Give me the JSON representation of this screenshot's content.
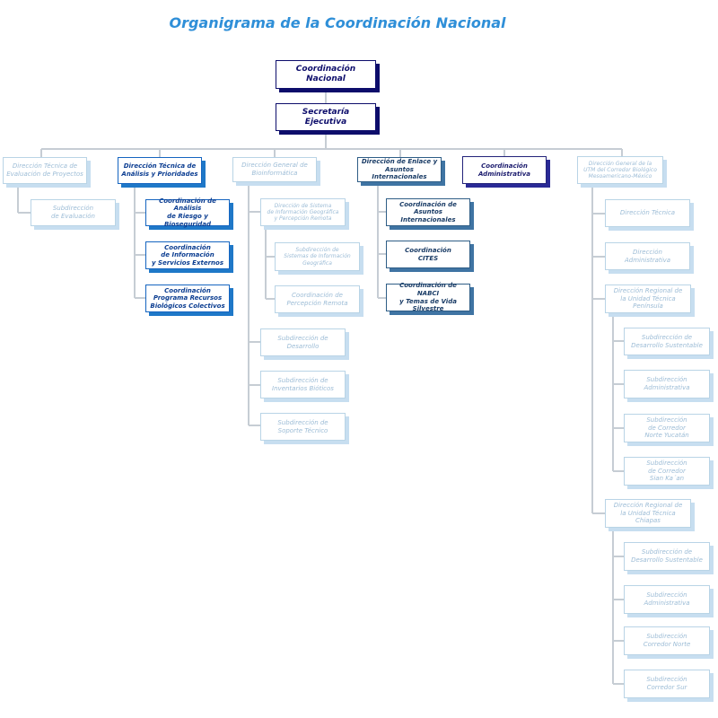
{
  "title": "Organigrama de la Coordinación Nacional",
  "colors": {
    "title": "#2f8fd8",
    "navy": "#0d0d6b",
    "blue": "#1f78c8",
    "steel": "#3f74a3",
    "indigo": "#2a2a96",
    "faint": "#c7def0",
    "connector": "#c6cdd4"
  },
  "nodes": {
    "coordinacion_nacional": "Coordinación\nNacional",
    "secretaria_ejecutiva": "Secretaría\nEjecutiva",
    "dir_tecnica_evaluacion": "Dirección Técnica de\nEvaluación de Proyectos",
    "sub_evaluacion": "Subdirección\nde Evaluación",
    "dir_tecnica_analisis": "Dirección Técnica de\nAnálisis y Prioridades",
    "coord_analisis_riesgo": "Coordinación de Análisis\nde Riesgo y Bioseguridad",
    "coord_informacion": "Coordinación\nde Información\ny Servicios Externos",
    "coord_recursos_biologicos": "Coordinación\nPrograma Recursos\nBiológicos Colectivos",
    "dir_bioinformatica": "Dirección General de\nBioinformática",
    "dir_sistema_informacion": "Dirección de Sistema\nde Información Geográfica\ny Percepción Remota",
    "sub_sistemas_geograficos": "Subdirección de\nSistemas de Información\nGeográfica",
    "coord_percepcion_remota": "Coordinación de\nPercepción Remota",
    "sub_desarrollo": "Subdirección de\nDesarrollo",
    "sub_inventarios": "Subdirección de\nInventarios Bióticos",
    "sub_soporte": "Subdirección de\nSoporte Técnico",
    "dir_enlace": "Dirección de Enlace y\nAsuntos Internacionales",
    "coord_asuntos_internacionales": "Coordinación de\nAsuntos\nInternacionales",
    "coord_cites": "Coordinación\nCITES",
    "coord_nabci": "Coordinación de NABCI\ny Temas de Vida\nSilvestre",
    "coord_administrativa": "Coordinación\nAdministrativa",
    "dir_utm": "Dirección General de la\nUTM del Corredor Biológico\nMesoamericano-México",
    "dir_tecnica_utm": "Dirección Técnica",
    "dir_administrativa_utm": "Dirección\nAdministrativa",
    "dir_regional_peninsula": "Dirección Regional de\nla Unidad Técnica\nPenínsula",
    "sub_desarrollo_sustentable_p": "Subdirección de\nDesarrollo Sustentable",
    "sub_administrativa_p": "Subdirección\nAdministrativa",
    "sub_corredor_yucatan": "Subdirección\nde Corredor\nNorte Yucatán",
    "sub_corredor_siankaan": "Subdirección\nde Corredor\nSian Ka´an",
    "dir_regional_chiapas": "Dirección Regional de\nla Unidad Técnica\nChiapas",
    "sub_desarrollo_sustentable_c": "Subdirección de\nDesarrollo Sustentable",
    "sub_administrativa_c": "Subdirección\nAdministrativa",
    "sub_corredor_norte": "Subdirección\nCorredor Norte",
    "sub_corredor_sur": "Subdirección\nCorredor Sur"
  }
}
